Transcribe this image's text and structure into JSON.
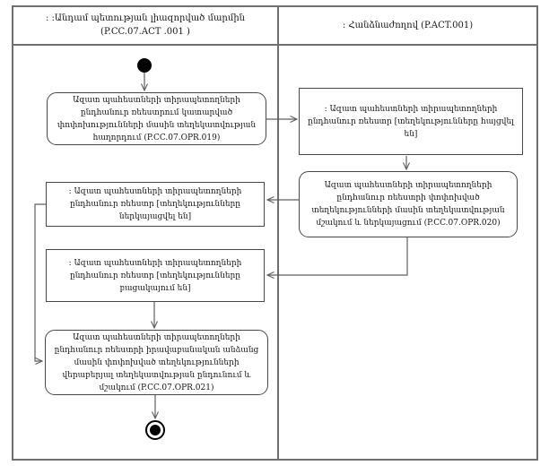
{
  "diagram": {
    "kind": "uml-activity-swimlane",
    "colors": {
      "background": "#ffffff",
      "frame": "#6e6e6e",
      "node_border": "#474747",
      "connector": "#5f5f5f",
      "text": "#141414",
      "terminal": "#000000"
    }
  },
  "lanes": {
    "left": {
      "line1": ": :Անդամ պետության լիազորված մարմին",
      "line2": "(P.CC.07.ACT .001 )"
    },
    "right": {
      "line1": ": Հանձնաժողով (P.ACT.001)"
    }
  },
  "nodes": {
    "opr019": {
      "type": "action",
      "text": "Ազատ պահեստների տիրապետողների ընդհանուր ռեեստրում կատարված փոփոխությունների մասին տեղեկատվության հաղորդում (P.CC.07.OPR.019)"
    },
    "registry_requested": {
      "type": "object-state",
      "text": ": Ազատ պահեստների տիրապետողների ընդհանուր ռեեստր [տեղեկությունները հայցվել են]"
    },
    "opr020": {
      "type": "action",
      "text": "Ազատ պահեստների տիրապետողների ընդհանուր ռեեստրի փոփոխված տեղեկությունների մասին տեղեկատվության մշակում և ներկայացում (P.CC.07.OPR.020)"
    },
    "registry_presented": {
      "type": "object-state",
      "text": ": Ազատ պահեստների տիրապետողների ընդհանուր ռեեստր [տեղեկությունները ներկայացվել են]"
    },
    "registry_absent": {
      "type": "object-state",
      "text": ": Ազատ պահեստների տիրապետողների ընդհանուր ռեեստր [տեղեկությունները բացակայում են]"
    },
    "opr021": {
      "type": "action",
      "text": "Ազատ պահեստների տիրապետողների ընդհանուր ռեեստրի իրավաբանական անձանց մասին փոփոխված տեղեկությունների վերաբերյալ տեղեկատվության ընդունում և մշակում (P.CC.07.OPR.021)"
    }
  }
}
